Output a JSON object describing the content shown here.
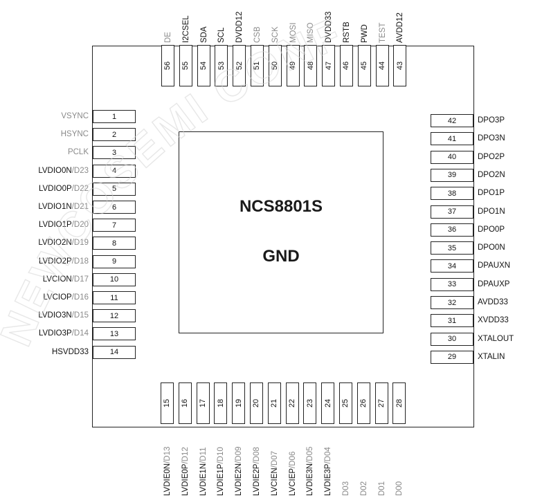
{
  "chip": {
    "name": "NCS8801S",
    "center": "GND"
  },
  "left_pins": [
    {
      "num": "1",
      "parts": [
        {
          "t": "VSYNC",
          "c": "grey"
        }
      ]
    },
    {
      "num": "2",
      "parts": [
        {
          "t": "HSYNC",
          "c": "grey"
        }
      ]
    },
    {
      "num": "3",
      "parts": [
        {
          "t": "PCLK",
          "c": "grey"
        }
      ]
    },
    {
      "num": "4",
      "parts": [
        {
          "t": "LVDIO0N",
          "c": "dark"
        },
        {
          "t": "/D23",
          "c": "grey"
        }
      ]
    },
    {
      "num": "5",
      "parts": [
        {
          "t": "LVDIO0P",
          "c": "dark"
        },
        {
          "t": "/D22",
          "c": "grey"
        }
      ]
    },
    {
      "num": "6",
      "parts": [
        {
          "t": "LVDIO1N",
          "c": "dark"
        },
        {
          "t": "/D21",
          "c": "grey"
        }
      ]
    },
    {
      "num": "7",
      "parts": [
        {
          "t": "LVDIO1P",
          "c": "dark"
        },
        {
          "t": "/D20",
          "c": "grey"
        }
      ]
    },
    {
      "num": "8",
      "parts": [
        {
          "t": "LVDIO2N",
          "c": "dark"
        },
        {
          "t": "/D19",
          "c": "grey"
        }
      ]
    },
    {
      "num": "9",
      "parts": [
        {
          "t": "LVDIO2P",
          "c": "dark"
        },
        {
          "t": "/D18",
          "c": "grey"
        }
      ]
    },
    {
      "num": "10",
      "parts": [
        {
          "t": "LVCION",
          "c": "dark"
        },
        {
          "t": "/D17",
          "c": "grey"
        }
      ]
    },
    {
      "num": "11",
      "parts": [
        {
          "t": "LVCIOP",
          "c": "dark"
        },
        {
          "t": "/D16",
          "c": "grey"
        }
      ]
    },
    {
      "num": "12",
      "parts": [
        {
          "t": "LVDIO3N",
          "c": "dark"
        },
        {
          "t": "/D15",
          "c": "grey"
        }
      ]
    },
    {
      "num": "13",
      "parts": [
        {
          "t": "LVDIO3P",
          "c": "dark"
        },
        {
          "t": "/D14",
          "c": "grey"
        }
      ]
    },
    {
      "num": "14",
      "parts": [
        {
          "t": "HSVDD33",
          "c": "dark"
        }
      ]
    }
  ],
  "right_pins": [
    {
      "num": "42",
      "parts": [
        {
          "t": "DPO3P",
          "c": "dark"
        }
      ]
    },
    {
      "num": "41",
      "parts": [
        {
          "t": "DPO3N",
          "c": "dark"
        }
      ]
    },
    {
      "num": "40",
      "parts": [
        {
          "t": "DPO2P",
          "c": "dark"
        }
      ]
    },
    {
      "num": "39",
      "parts": [
        {
          "t": "DPO2N",
          "c": "dark"
        }
      ]
    },
    {
      "num": "38",
      "parts": [
        {
          "t": "DPO1P",
          "c": "dark"
        }
      ]
    },
    {
      "num": "37",
      "parts": [
        {
          "t": "DPO1N",
          "c": "dark"
        }
      ]
    },
    {
      "num": "36",
      "parts": [
        {
          "t": "DPO0P",
          "c": "dark"
        }
      ]
    },
    {
      "num": "35",
      "parts": [
        {
          "t": "DPO0N",
          "c": "dark"
        }
      ]
    },
    {
      "num": "34",
      "parts": [
        {
          "t": "DPAUXN",
          "c": "dark"
        }
      ]
    },
    {
      "num": "33",
      "parts": [
        {
          "t": "DPAUXP",
          "c": "dark"
        }
      ]
    },
    {
      "num": "32",
      "parts": [
        {
          "t": "AVDD33",
          "c": "dark"
        }
      ]
    },
    {
      "num": "31",
      "parts": [
        {
          "t": "XVDD33",
          "c": "dark"
        }
      ]
    },
    {
      "num": "30",
      "parts": [
        {
          "t": "XTALOUT",
          "c": "dark"
        }
      ]
    },
    {
      "num": "29",
      "parts": [
        {
          "t": "XTALIN",
          "c": "dark"
        }
      ]
    }
  ],
  "top_pins": [
    {
      "num": "56",
      "parts": [
        {
          "t": "DE",
          "c": "grey"
        }
      ]
    },
    {
      "num": "55",
      "parts": [
        {
          "t": "I2CSEL",
          "c": "dark"
        }
      ]
    },
    {
      "num": "54",
      "parts": [
        {
          "t": "SDA",
          "c": "dark"
        }
      ]
    },
    {
      "num": "53",
      "parts": [
        {
          "t": "SCL",
          "c": "dark"
        }
      ]
    },
    {
      "num": "52",
      "parts": [
        {
          "t": "DVDD12",
          "c": "dark"
        }
      ]
    },
    {
      "num": "51",
      "parts": [
        {
          "t": "CSB",
          "c": "grey"
        }
      ]
    },
    {
      "num": "50",
      "parts": [
        {
          "t": "SCK",
          "c": "grey"
        }
      ]
    },
    {
      "num": "49",
      "parts": [
        {
          "t": "MOSI",
          "c": "grey"
        }
      ]
    },
    {
      "num": "48",
      "parts": [
        {
          "t": "MISO",
          "c": "grey"
        }
      ]
    },
    {
      "num": "47",
      "parts": [
        {
          "t": "DVDD33",
          "c": "dark"
        }
      ]
    },
    {
      "num": "46",
      "parts": [
        {
          "t": "RSTB",
          "c": "dark"
        }
      ]
    },
    {
      "num": "45",
      "parts": [
        {
          "t": "PWD",
          "c": "dark"
        }
      ]
    },
    {
      "num": "44",
      "parts": [
        {
          "t": "TEST",
          "c": "grey"
        }
      ]
    },
    {
      "num": "43",
      "parts": [
        {
          "t": "AVDD12",
          "c": "dark"
        }
      ]
    }
  ],
  "bottom_pins": [
    {
      "num": "15",
      "parts": [
        {
          "t": "LVDIE0N",
          "c": "dark"
        },
        {
          "t": "/D13",
          "c": "grey"
        }
      ]
    },
    {
      "num": "16",
      "parts": [
        {
          "t": "LVDIE0P",
          "c": "dark"
        },
        {
          "t": "/D12",
          "c": "grey"
        }
      ]
    },
    {
      "num": "17",
      "parts": [
        {
          "t": "LVDIE1N",
          "c": "dark"
        },
        {
          "t": "/D11",
          "c": "grey"
        }
      ]
    },
    {
      "num": "18",
      "parts": [
        {
          "t": "LVDIE1P",
          "c": "dark"
        },
        {
          "t": "/D10",
          "c": "grey"
        }
      ]
    },
    {
      "num": "19",
      "parts": [
        {
          "t": "LVDIE2N",
          "c": "dark"
        },
        {
          "t": "/D09",
          "c": "grey"
        }
      ]
    },
    {
      "num": "20",
      "parts": [
        {
          "t": "LVDIE2P",
          "c": "dark"
        },
        {
          "t": "/D08",
          "c": "grey"
        }
      ]
    },
    {
      "num": "21",
      "parts": [
        {
          "t": "LVCIEN",
          "c": "dark"
        },
        {
          "t": "/D07",
          "c": "grey"
        }
      ]
    },
    {
      "num": "22",
      "parts": [
        {
          "t": "LVCIEP",
          "c": "dark"
        },
        {
          "t": "/D06",
          "c": "grey"
        }
      ]
    },
    {
      "num": "23",
      "parts": [
        {
          "t": "LVDIE3N",
          "c": "dark"
        },
        {
          "t": "/D05",
          "c": "grey"
        }
      ]
    },
    {
      "num": "24",
      "parts": [
        {
          "t": "LVDIE3P",
          "c": "dark"
        },
        {
          "t": "/D04",
          "c": "grey"
        }
      ]
    },
    {
      "num": "25",
      "parts": [
        {
          "t": "D03",
          "c": "grey"
        }
      ]
    },
    {
      "num": "26",
      "parts": [
        {
          "t": "D02",
          "c": "grey"
        }
      ]
    },
    {
      "num": "27",
      "parts": [
        {
          "t": "D01",
          "c": "grey"
        }
      ]
    },
    {
      "num": "28",
      "parts": [
        {
          "t": "D00",
          "c": "grey"
        }
      ]
    }
  ],
  "watermark": {
    "text": "NEWCOSEMI CONF",
    "color": "#d4d4d4"
  },
  "colors": {
    "dark": "#111111",
    "grey": "#8a8a8a",
    "outline": "#222222"
  }
}
